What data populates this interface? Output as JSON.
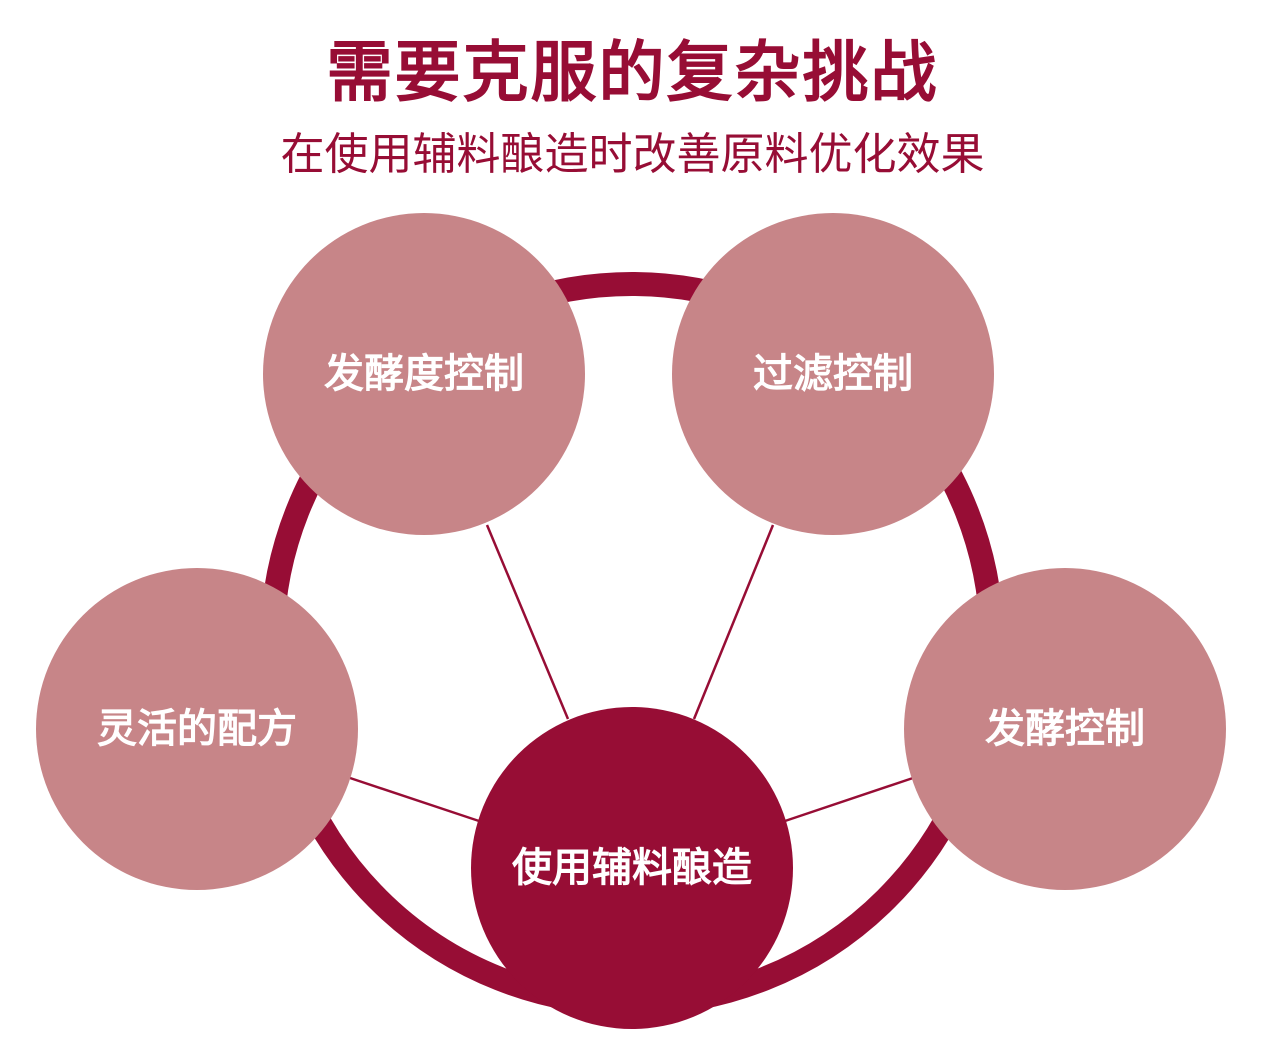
{
  "header": {
    "title": "需要克服的复杂挑战",
    "subtitle": "在使用辅料酿造时改善原料优化效果"
  },
  "colors": {
    "primary": "#970d35",
    "node_fill": "#c78588",
    "label_text": "#ffffff",
    "background": "#ffffff"
  },
  "center_node": {
    "label": "使用辅料酿造"
  },
  "outer_nodes": [
    {
      "id": "fermentation-degree",
      "label": "发酵度控制"
    },
    {
      "id": "filtration",
      "label": "过滤控制"
    },
    {
      "id": "fermentation",
      "label": "发酵控制"
    },
    {
      "id": "flexible-recipe",
      "label": "灵活的配方"
    }
  ]
}
